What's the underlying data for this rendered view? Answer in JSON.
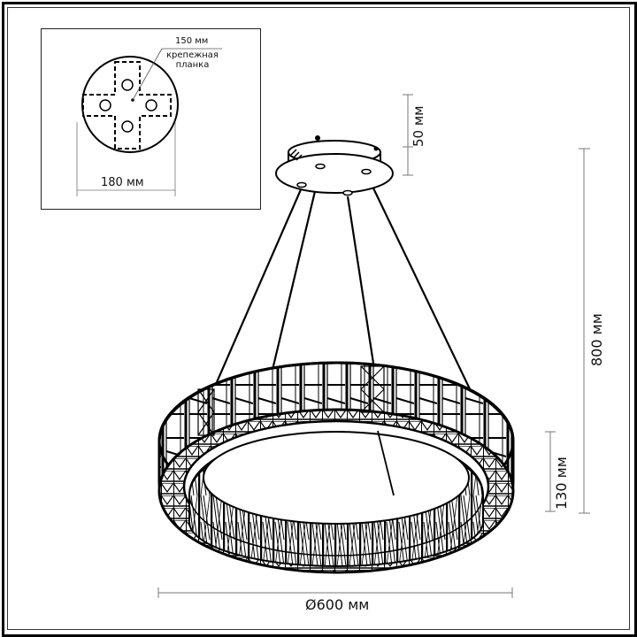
{
  "inset": {
    "bracket_label_line1": "крепежная",
    "bracket_label_line2": "планка",
    "bracket_size": "150 мм",
    "canopy_diameter": "180 мм"
  },
  "dimensions": {
    "canopy_height": "50 мм",
    "total_height": "800 мм",
    "ring_height": "130 мм",
    "ring_diameter": "Ø600 мм"
  },
  "colors": {
    "line": "#000000",
    "dimension_line": "#777777",
    "background": "#ffffff"
  }
}
